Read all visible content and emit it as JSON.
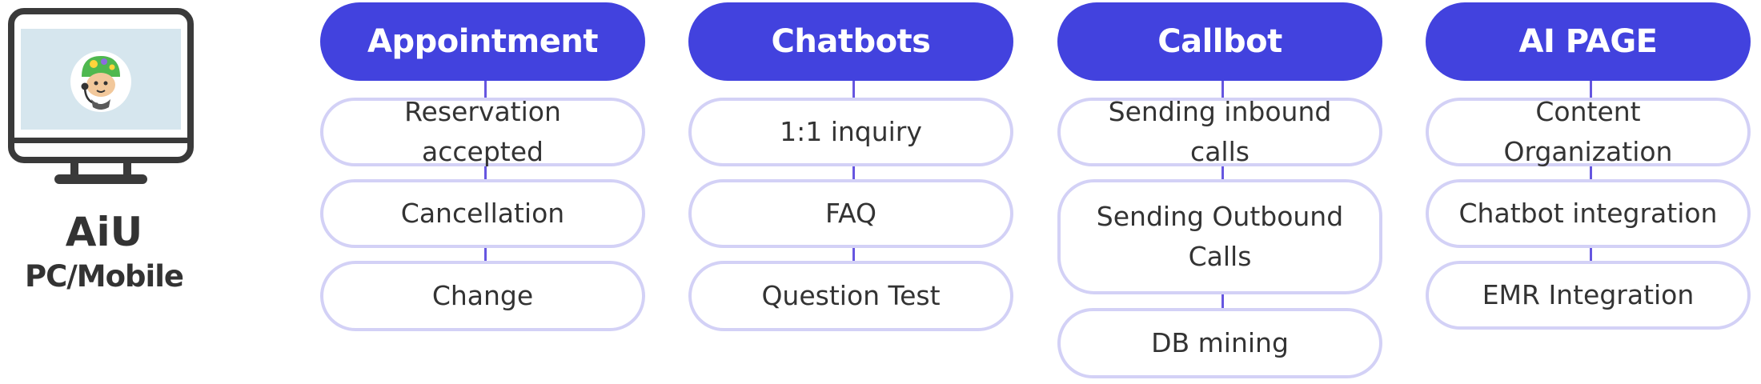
{
  "brand": {
    "name": "AiU",
    "subtitle": "PC/Mobile",
    "icon": "monitor-icon",
    "mascot": "mascot-avatar-icon"
  },
  "colors": {
    "header": "#4242de",
    "pill_border": "#d3d1f6",
    "connector": "#6656e0",
    "text": "#333333",
    "monitor_frame": "#3a3a3a",
    "monitor_screen": "#d6e6ee"
  },
  "columns": [
    {
      "title": "Appointment",
      "items": [
        "Reservation accepted",
        "Cancellation",
        "Change"
      ]
    },
    {
      "title": "Chatbots",
      "items": [
        "1:1 inquiry",
        "FAQ",
        "Question Test"
      ]
    },
    {
      "title": "Callbot",
      "items": [
        "Sending inbound calls",
        "Sending Outbound Calls",
        "DB mining"
      ]
    },
    {
      "title": "AI PAGE",
      "items": [
        "Content Organization",
        "Chatbot integration",
        "EMR Integration"
      ]
    }
  ]
}
